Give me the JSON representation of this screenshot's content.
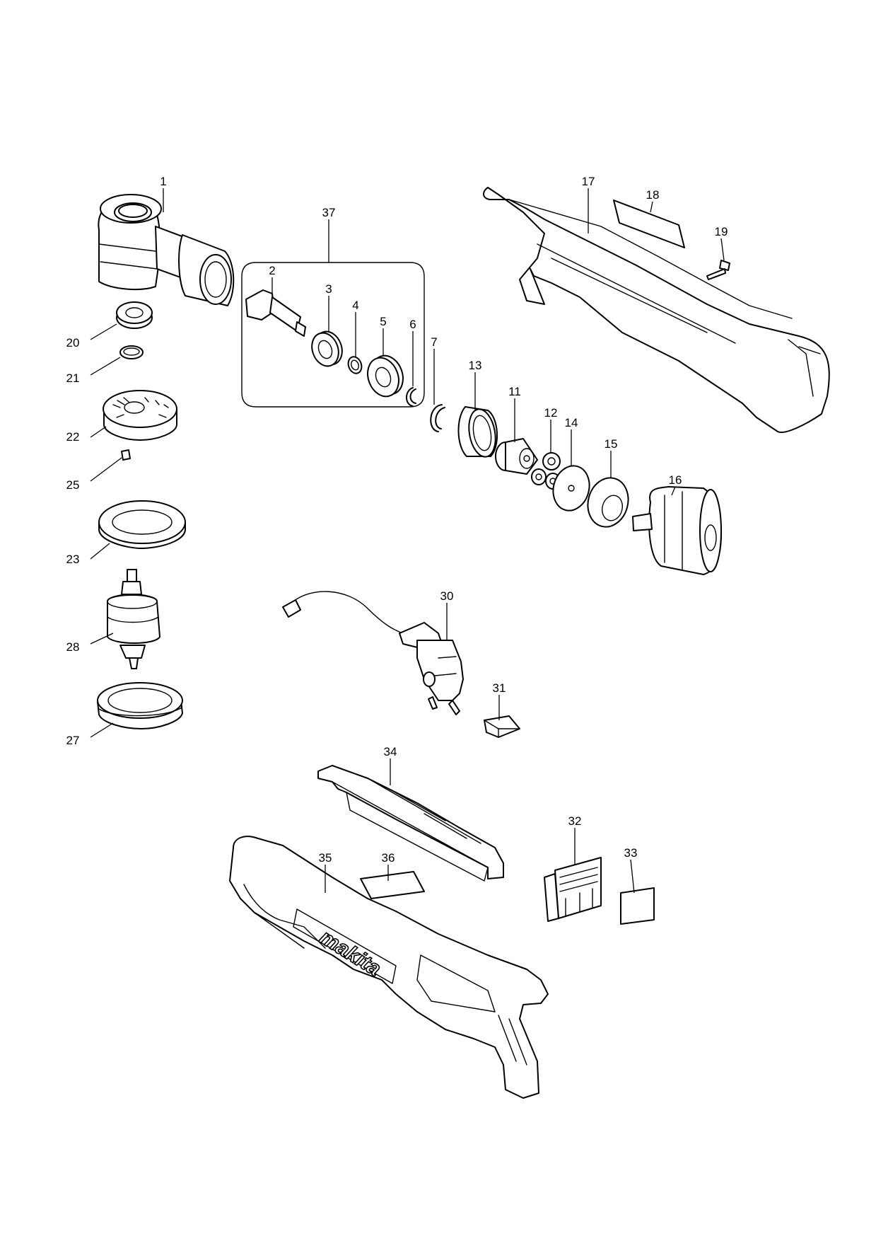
{
  "diagram": {
    "callouts": [
      "1",
      "2",
      "3",
      "4",
      "5",
      "6",
      "7",
      "11",
      "12",
      "13",
      "14",
      "15",
      "16",
      "17",
      "18",
      "19",
      "20",
      "21",
      "22",
      "23",
      "25",
      "27",
      "28",
      "30",
      "31",
      "32",
      "33",
      "34",
      "35",
      "36",
      "37"
    ],
    "brand_logo": "makita"
  }
}
